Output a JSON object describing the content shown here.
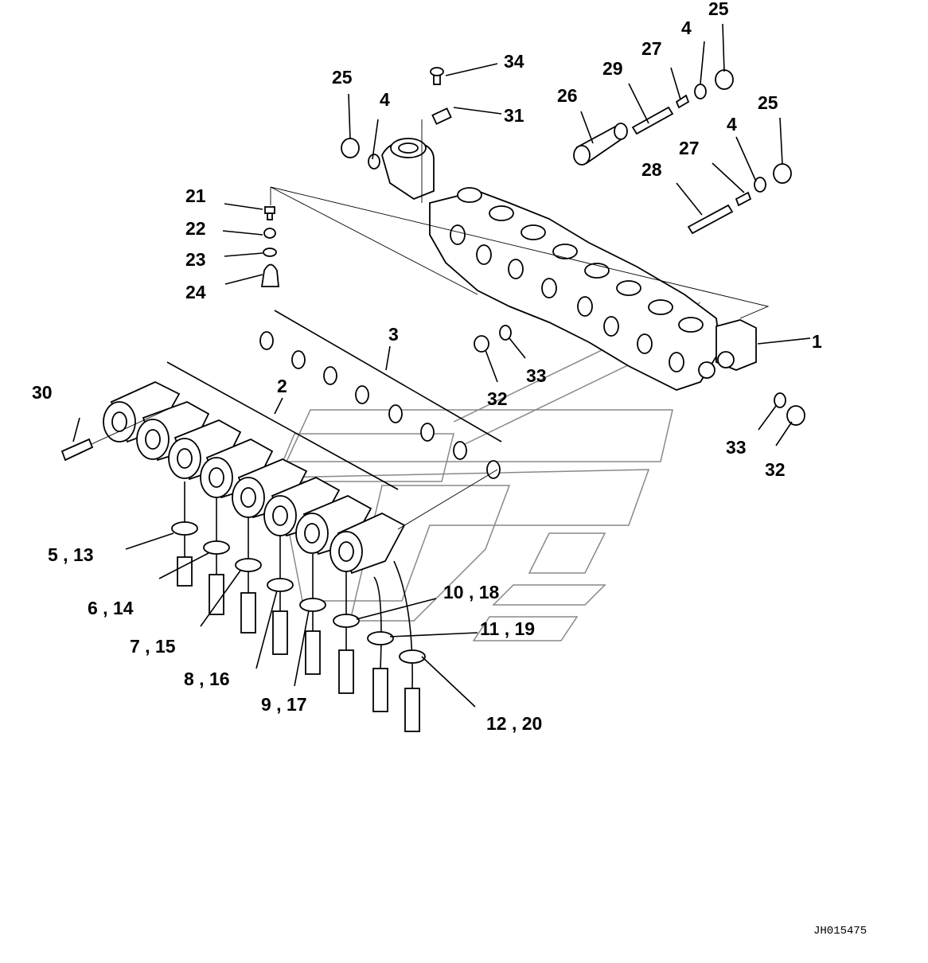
{
  "diagram": {
    "title": "Solenoid valve assembly - exploded view",
    "drawing_code": "JH015475",
    "colors": {
      "line": "#000000",
      "watermark": "#888888",
      "background": "#ffffff"
    },
    "callouts": [
      {
        "id": "c1",
        "text": "1"
      },
      {
        "id": "c2",
        "text": "2"
      },
      {
        "id": "c3",
        "text": "3"
      },
      {
        "id": "c4a",
        "text": "4"
      },
      {
        "id": "c4b",
        "text": "4"
      },
      {
        "id": "c4c",
        "text": "4"
      },
      {
        "id": "c5",
        "text": "5 , 13"
      },
      {
        "id": "c6",
        "text": "6 , 14"
      },
      {
        "id": "c7",
        "text": "7 , 15"
      },
      {
        "id": "c8",
        "text": "8 , 16"
      },
      {
        "id": "c9",
        "text": "9 , 17"
      },
      {
        "id": "c10",
        "text": "10 , 18"
      },
      {
        "id": "c11",
        "text": "11 , 19"
      },
      {
        "id": "c12",
        "text": "12 , 20"
      },
      {
        "id": "c21",
        "text": "21"
      },
      {
        "id": "c22",
        "text": "22"
      },
      {
        "id": "c23",
        "text": "23"
      },
      {
        "id": "c24",
        "text": "24"
      },
      {
        "id": "c25a",
        "text": "25"
      },
      {
        "id": "c25b",
        "text": "25"
      },
      {
        "id": "c25c",
        "text": "25"
      },
      {
        "id": "c26",
        "text": "26"
      },
      {
        "id": "c27a",
        "text": "27"
      },
      {
        "id": "c27b",
        "text": "27"
      },
      {
        "id": "c28",
        "text": "28"
      },
      {
        "id": "c29",
        "text": "29"
      },
      {
        "id": "c30",
        "text": "30"
      },
      {
        "id": "c31",
        "text": "31"
      },
      {
        "id": "c32a",
        "text": "32"
      },
      {
        "id": "c32b",
        "text": "32"
      },
      {
        "id": "c33a",
        "text": "33"
      },
      {
        "id": "c33b",
        "text": "33"
      },
      {
        "id": "c34",
        "text": "34"
      }
    ]
  }
}
